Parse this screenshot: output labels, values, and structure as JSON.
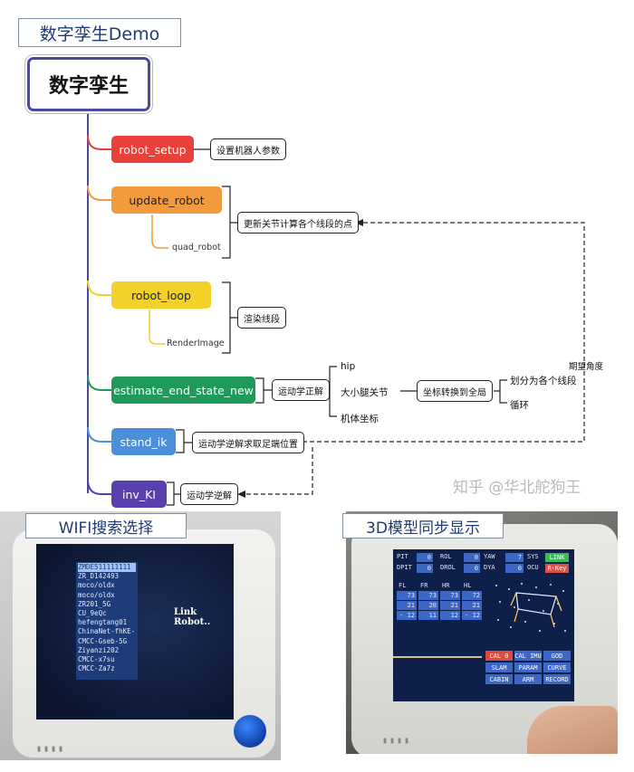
{
  "title": "数字孪生Demo",
  "root": "数字孪生",
  "branches": [
    {
      "label": "robot_setup",
      "color": "#e8413b",
      "note": "设置机器人参数"
    },
    {
      "label": "update_robot",
      "color": "#f39a3e",
      "sub": "quad_robot",
      "note": "更新关节计算各个线段的点"
    },
    {
      "label": "robot_loop",
      "color": "#f2d12b",
      "sub": "RenderImage",
      "note": "渲染线段"
    },
    {
      "label": "estimate_end_state_new",
      "color": "#1f9a5b",
      "note": "运动学正解"
    },
    {
      "label": "stand_ik",
      "color": "#4a8fd9",
      "note": "运动学逆解求取足端位置"
    },
    {
      "label": "inv_KI",
      "color": "#5a3fb0",
      "note": "运动学逆解"
    }
  ],
  "fk_items": [
    "hip",
    "大小腿关节",
    "机体坐标"
  ],
  "transform": "坐标转换到全局",
  "transform_items": [
    "划分为各个线段",
    "循环"
  ],
  "feedback_label": "期望角度",
  "watermark": "知乎 @华北舵狗王",
  "photos": {
    "wifi": {
      "label": "WIFI搜索选择",
      "networks": [
        "ZMDE511111111",
        "ZR_D142493",
        "moco/oldx",
        "moco/oldx",
        "ZR201_5G",
        "CU_9eQc",
        "hefengtang01",
        "ChinaNet-fhKE-",
        "CMCC-Gseb-5G",
        "Ziyanzi202",
        "CMCC-x7su",
        "CMCC-Za7z"
      ],
      "status": "Link Robot.."
    },
    "model": {
      "label": "3D模型同步显示",
      "hud": {
        "pit": "PIT",
        "pit_v": "0",
        "rol": "ROL",
        "rol_v": "0",
        "yaw": "YAW",
        "yaw_v": "7",
        "sys": "SYS",
        "sys_v": "LINK",
        "dpit": "DPIT",
        "dpit_v": "0",
        "drol": "DROL",
        "drol_v": "0",
        "dya": "DYA",
        "dya_v": "0",
        "ocu": "OCU",
        "ocu_v": "R-Key",
        "legs": [
          "FL",
          "FR",
          "HR",
          "HL"
        ],
        "rows": [
          [
            "73",
            "73",
            "73",
            "72"
          ],
          [
            "21",
            "20",
            "21",
            "21"
          ],
          [
            "- 12",
            "11",
            "12",
            "- 12"
          ]
        ]
      },
      "buttons": [
        "CAL 0",
        "CAL IMU",
        "GOD",
        "SLAM",
        "PARAM",
        "CURVE",
        "CABIN",
        "ARM",
        "RECORD"
      ]
    }
  }
}
